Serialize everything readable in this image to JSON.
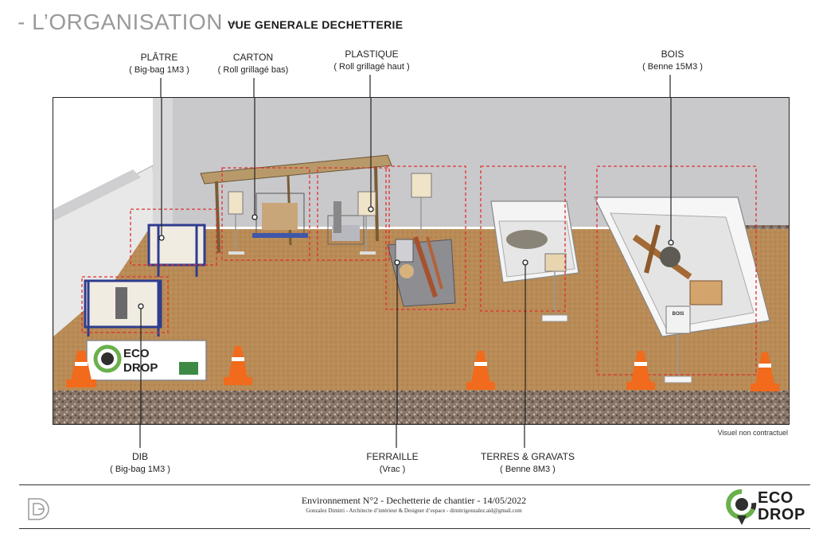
{
  "header": {
    "title": "- L’ORGANISATION -",
    "subtitle": "VUE GENERALE DECHETTERIE"
  },
  "labels": {
    "platre": {
      "name": "PLÂTRE",
      "detail": "( Big-bag 1M3 )"
    },
    "carton": {
      "name": "CARTON",
      "detail": "( Roll grillagé bas)"
    },
    "plastique": {
      "name": "PLASTIQUE",
      "detail": "( Roll grillagé haut )"
    },
    "bois": {
      "name": "BOIS",
      "detail": "( Benne 15M3 )"
    },
    "dib": {
      "name": "DIB",
      "detail": "( Big-bag 1M3 )"
    },
    "ferraille": {
      "name": "FERRAILLE",
      "detail": "(Vrac )"
    },
    "terres": {
      "name": "TERRES & GRAVATS",
      "detail": "( Benne 8M3 )"
    }
  },
  "scene": {
    "sign_eco": "ECO",
    "sign_drop": "DROP",
    "bois_tag": "BOIS"
  },
  "disclaimer": "Visuel non contractuel",
  "footer": {
    "line1": "Environnement N°2 - Dechetterie de chantier - 14/05/2022",
    "line2": "Gonzalez Dimitri - Architecte d’intérieur & Designer d’espace - dimitrigonzalez.aid@gmail.com",
    "logo_eco": "ECO",
    "logo_drop": "DROP",
    "monogram": "DG"
  },
  "colors": {
    "ground": "#b88a55",
    "wall": "#c8c8cb",
    "gravel": "#7d6b5e",
    "zone_outline": "#e03030",
    "logo_green": "#6ab04c",
    "cone_orange": "#f26a1b"
  }
}
